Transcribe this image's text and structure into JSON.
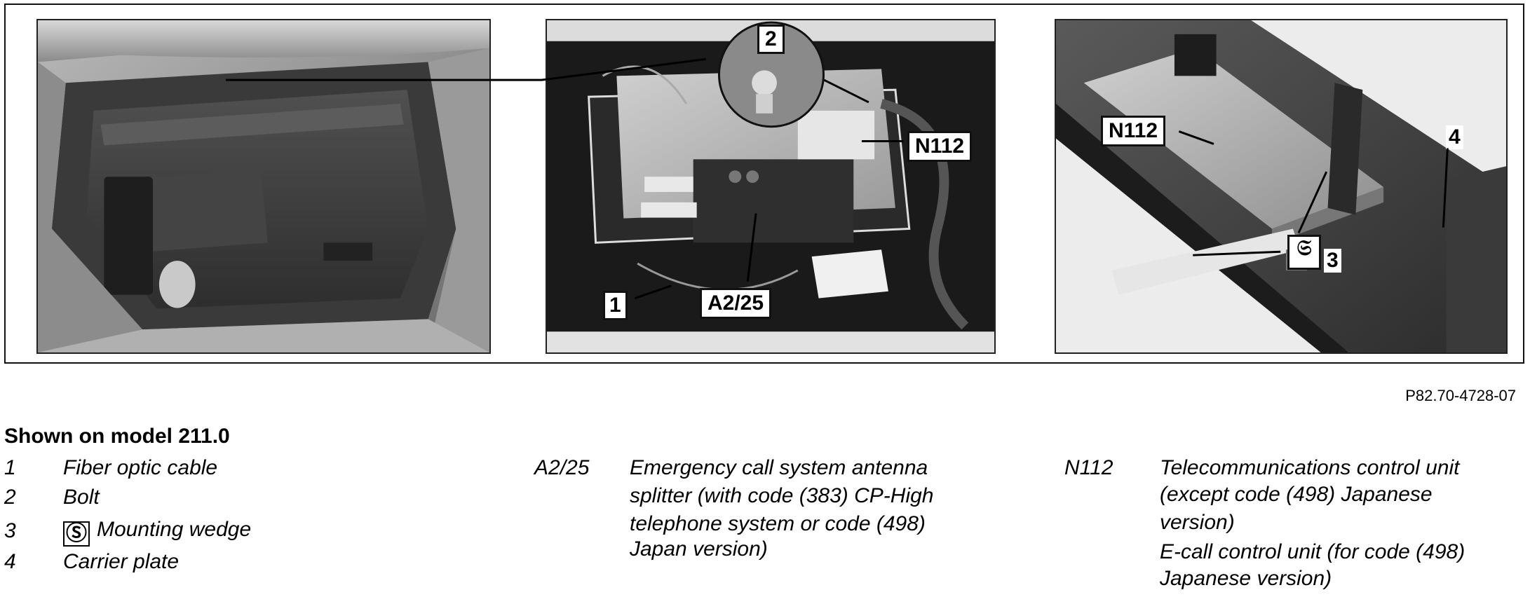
{
  "figure": {
    "code": "P82.70-4728-07",
    "callouts": {
      "c1": "1",
      "c2": "2",
      "c3": "3",
      "c4": "4",
      "a225": "A2/25",
      "n112_center": "N112",
      "n112_right": "N112"
    }
  },
  "legend": {
    "heading": "Shown on model 211.0",
    "left": [
      {
        "num": "1",
        "text": "Fiber optic cable"
      },
      {
        "num": "2",
        "text": "Bolt"
      },
      {
        "num": "3",
        "text": "Mounting wedge",
        "symbol": "mounting-wedge-icon"
      },
      {
        "num": "4",
        "text": "Carrier plate"
      }
    ],
    "middle": {
      "code": "A2/25",
      "lines": [
        "Emergency call system antenna",
        "splitter (with code (383) CP-High",
        "telephone system or code (498)",
        "Japan version)"
      ]
    },
    "right": {
      "code": "N112",
      "lines": [
        "Telecommunications control unit",
        "(except code (498) Japanese",
        "version)",
        "E-call control unit (for code (498)",
        "Japanese version)"
      ]
    }
  }
}
